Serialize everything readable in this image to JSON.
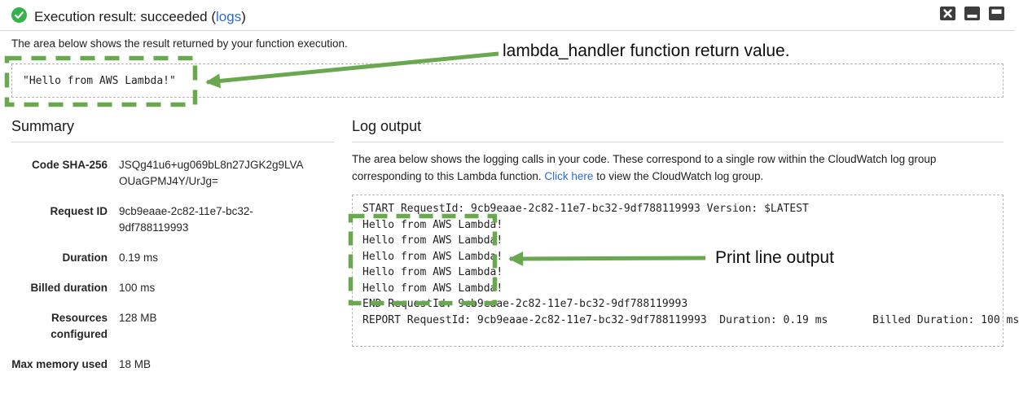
{
  "header": {
    "status_prefix": "Execution result: succeeded (",
    "logs_link": "logs",
    "status_suffix": ")"
  },
  "result": {
    "description": "The area below shows the result returned by your function execution.",
    "value": "\"Hello from AWS Lambda!\"",
    "annotation": "lambda_handler function return value."
  },
  "summary": {
    "heading": "Summary",
    "rows": [
      {
        "label": "Code SHA-256",
        "value": "JSQg41u6+ug069bL8n27JGK2g9LVAOUaGPMJ4Y/UrJg="
      },
      {
        "label": "Request ID",
        "value": "9cb9eaae-2c82-11e7-bc32-9df788119993"
      },
      {
        "label": "Duration",
        "value": "0.19 ms"
      },
      {
        "label": "Billed duration",
        "value": "100 ms"
      },
      {
        "label": "Resources configured",
        "value": "128 MB"
      },
      {
        "label": "Max memory used",
        "value": "18 MB"
      }
    ]
  },
  "log": {
    "heading": "Log output",
    "desc_pre": "The area below shows the logging calls in your code. These correspond to a single row within the CloudWatch log group corresponding to this Lambda function. ",
    "desc_link": "Click here",
    "desc_post": " to view the CloudWatch log group.",
    "lines": [
      "START RequestId: 9cb9eaae-2c82-11e7-bc32-9df788119993 Version: $LATEST",
      "Hello from AWS Lambda!",
      "Hello from AWS Lambda!",
      "Hello from AWS Lambda!",
      "Hello from AWS Lambda!",
      "Hello from AWS Lambda!",
      "END RequestId: 9cb9eaae-2c82-11e7-bc32-9df788119993",
      "REPORT RequestId: 9cb9eaae-2c82-11e7-bc32-9df788119993  Duration: 0.19 ms       Billed Duration: 100 ms"
    ],
    "annotation": "Print line output"
  },
  "colors": {
    "annotation_green": "#6aa84f",
    "link_blue": "#2b6cd9",
    "success_green": "#36b24a",
    "window_icon_dark": "#3d3d3d"
  }
}
